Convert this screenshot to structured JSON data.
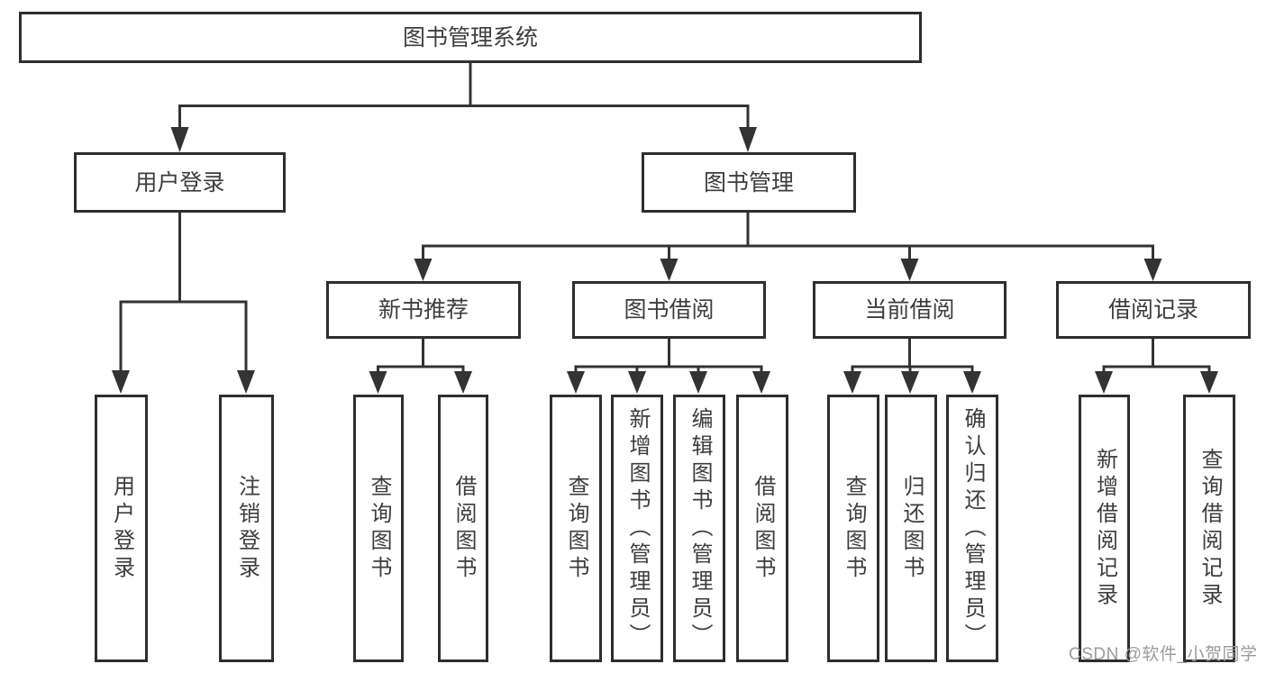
{
  "diagram": {
    "root": "图书管理系统",
    "level2": [
      "用户登录",
      "图书管理"
    ],
    "level3": [
      "新书推荐",
      "图书借阅",
      "当前借阅",
      "借阅记录"
    ],
    "leaves_login": [
      "用户登录",
      "注销登录"
    ],
    "leaves_newbook": [
      "查询图书",
      "借阅图书"
    ],
    "leaves_borrow": [
      "查询图书",
      "新增图书（管理员）",
      "编辑图书（管理员）",
      "借阅图书"
    ],
    "leaves_current": [
      "查询图书",
      "归还图书",
      "确认归还（管理员）"
    ],
    "leaves_record": [
      "新增借阅记录",
      "查询借阅记录"
    ],
    "watermark": "CSDN @软件_小贺同学",
    "colors": {
      "line": "#333333",
      "box_border": "#2e2e2e",
      "text": "#3d3d3d",
      "watermark": "#9b9b9b",
      "background": "#ffffff"
    }
  }
}
